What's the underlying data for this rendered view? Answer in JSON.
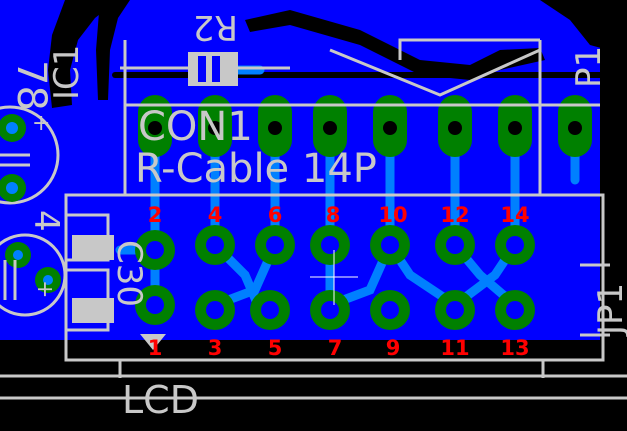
{
  "board": {
    "colors": {
      "background": "#000000",
      "copper_top": "#0000ff",
      "pad": "#008000",
      "pad_hole": "#000000",
      "trace": "#0080ff",
      "silkscreen": "#c8c8c8",
      "pin_number": "#ff0000"
    }
  },
  "labels": {
    "con1_name": "CON1",
    "con1_value": "R-Cable 14P",
    "ic1": "IC1",
    "r2": "R2",
    "c30": "C30",
    "lcd": "LCD",
    "jp1": "JP1",
    "p1": "P1",
    "seventy_eight": "78",
    "four": "4",
    "plus_1": "+",
    "plus_2": "+"
  },
  "pins": {
    "top": [
      "2",
      "4",
      "6",
      "8",
      "10",
      "12",
      "14"
    ],
    "bottom": [
      "1",
      "3",
      "5",
      "7",
      "9",
      "11",
      "13"
    ]
  }
}
